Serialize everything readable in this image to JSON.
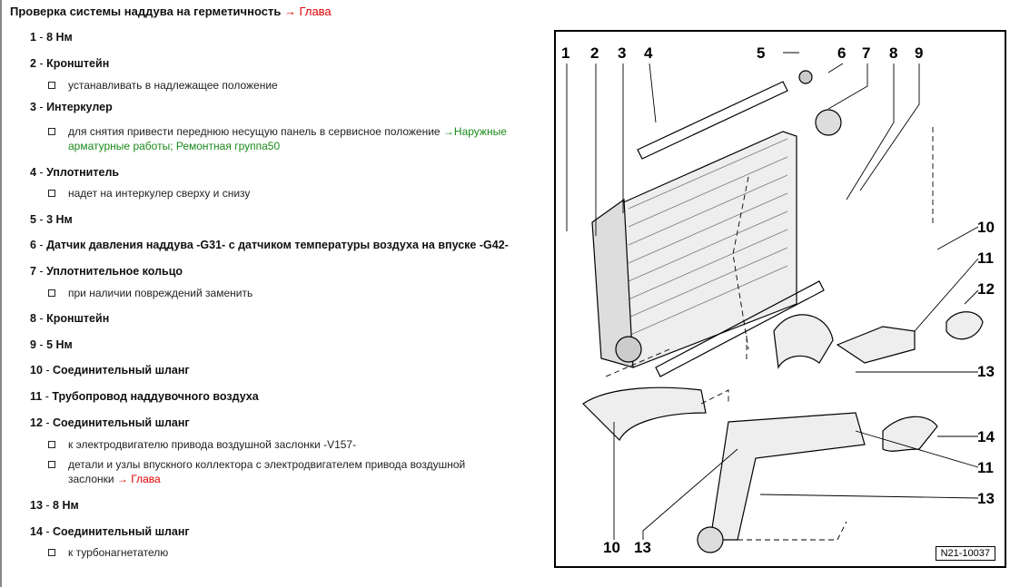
{
  "title": {
    "text": "Проверка системы наддува на герметичность",
    "link": "→ Глава"
  },
  "items": [
    {
      "num": "1",
      "label": "8 Нм",
      "bullets": []
    },
    {
      "num": "2",
      "label": "Кронштейн",
      "bullets": [
        "устанавливать в надлежащее положение"
      ]
    },
    {
      "num": "3",
      "label": "Интеркулер",
      "bullets": [
        "для снятия привести переднюю несущую панель в сервисное положение"
      ],
      "link": "→Наружные арматурные работы; Ремонтная группа50"
    },
    {
      "num": "4",
      "label": "Уплотнитель",
      "bullets": [
        "надет на интеркулер сверху и снизу"
      ]
    },
    {
      "num": "5",
      "label": "3 Нм",
      "bullets": []
    },
    {
      "num": "6",
      "label": "Датчик давления наддува -G31- с датчиком температуры воздуха на впуске -G42-",
      "bullets": []
    },
    {
      "num": "7",
      "label": "Уплотнительное кольцо",
      "bullets": [
        "при наличии повреждений заменить"
      ]
    },
    {
      "num": "8",
      "label": "Кронштейн",
      "bullets": []
    },
    {
      "num": "9",
      "label": "5 Нм",
      "bullets": []
    },
    {
      "num": "10",
      "label": "Соединительный шланг",
      "bullets": []
    },
    {
      "num": "11",
      "label": "Трубопровод наддувочного воздуха",
      "bullets": []
    },
    {
      "num": "12",
      "label": "Соединительный шланг",
      "bullets": [
        "к электродвигателю привода воздушной заслонки -V157-",
        "детали и узлы впускного коллектора с электродвигателем привода воздушной заслонки"
      ],
      "link": "→ Глава"
    },
    {
      "num": "13",
      "label": "8 Нм",
      "bullets": []
    },
    {
      "num": "14",
      "label": "Соединительный шланг",
      "bullets": [
        "к турбонагнетателю"
      ]
    }
  ],
  "diagram": {
    "ref": "N21-10037",
    "callouts": [
      "1",
      "2",
      "3",
      "4",
      "5",
      "6",
      "7",
      "8",
      "9",
      "10",
      "11",
      "12",
      "13",
      "14",
      "11",
      "13",
      "10",
      "13"
    ]
  },
  "sep": " - "
}
